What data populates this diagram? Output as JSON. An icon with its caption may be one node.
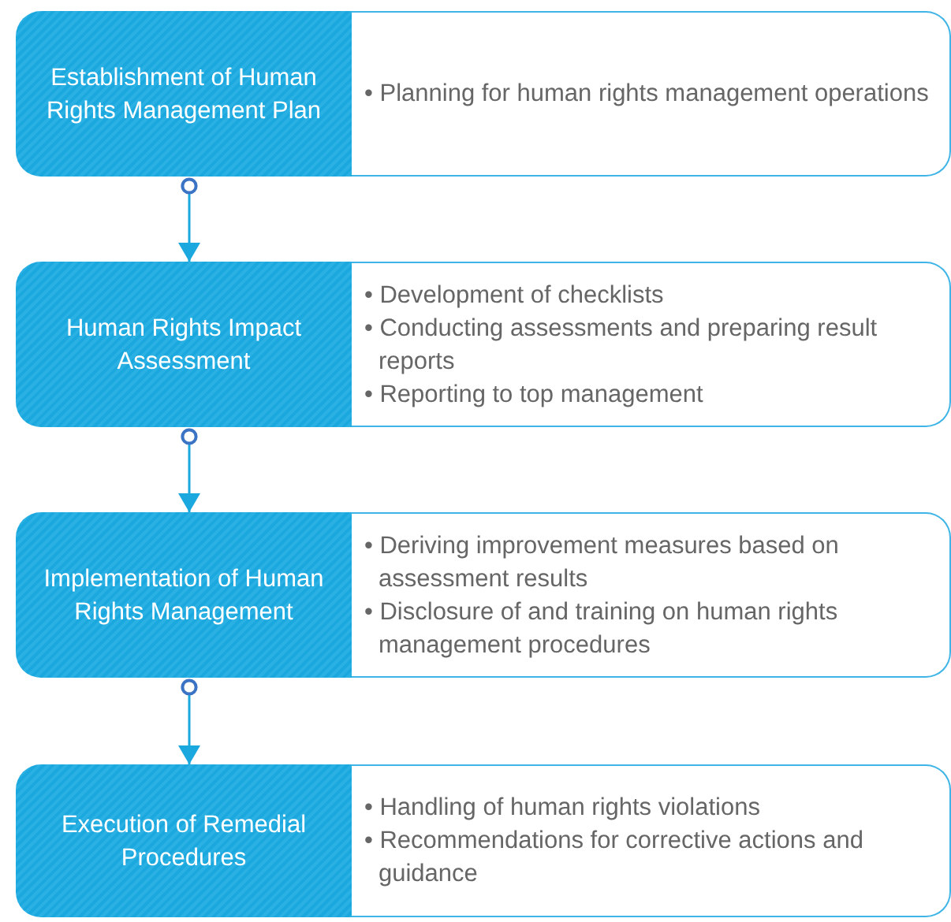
{
  "diagram": {
    "nodes": [
      {
        "text": [
          "Establishment of Human Rights Management Plan"
        ]
      },
      {
        "text": [
          "• Planning for human rights management operations"
        ]
      },
      {
        "text": [
          "Human Rights Impact Assessment"
        ]
      },
      {
        "text": [
          "• Development of checklists",
          "• Conducting assessments and preparing result reports",
          "• Reporting to top management"
        ]
      },
      {
        "text": [
          "Implementation of Human Rights Management"
        ]
      },
      {
        "text": [
          "• Deriving improvement measures based on assessment results",
          "• Disclosure of and training on human rights management procedures"
        ]
      },
      {
        "text": [
          "Execution of Remedial Procedures"
        ]
      },
      {
        "text": [
          "• Handling of human rights violations",
          "• Recommendations for corrective actions and guidance"
        ]
      }
    ],
    "edges": [
      {
        "from": 0,
        "to": 2,
        "arrow": "to"
      },
      {
        "from": 2,
        "to": 4,
        "arrow": "to"
      },
      {
        "from": 4,
        "to": 6,
        "arrow": "to"
      }
    ]
  }
}
